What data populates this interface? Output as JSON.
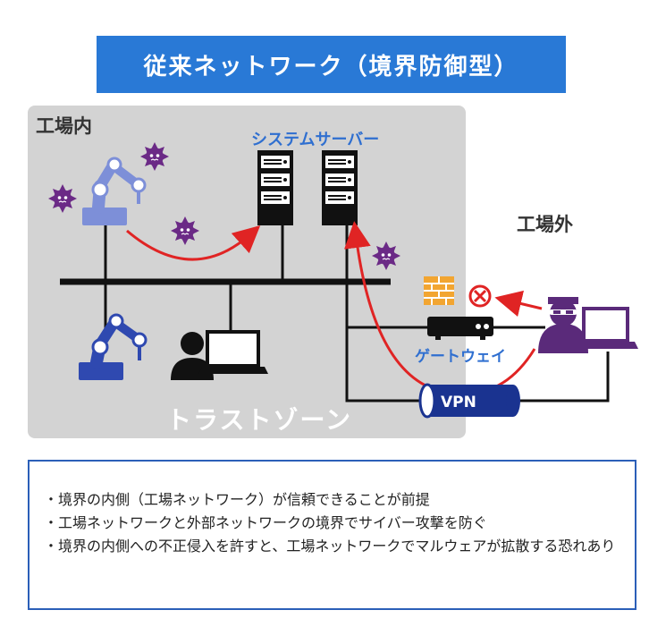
{
  "title": "従来ネットワーク（境界防御型）",
  "labels": {
    "inside_factory": "工場内",
    "outside_factory": "工場外",
    "system_server": "システムサーバー",
    "trust_zone": "トラストゾーン",
    "gateway": "ゲートウェイ",
    "vpn": "VPN"
  },
  "notes": [
    "境界の内側（工場ネットワーク）が信頼できることが前提",
    "工場ネットワークと外部ネットワークの境界でサイバー攻撃を防ぐ",
    "境界の内側への不正侵入を許すと、工場ネットワークでマルウェアが拡散する恐れあり"
  ],
  "colors": {
    "title_bg": "#2979d6",
    "zone_bg": "#d3d3d3",
    "accent_blue": "#2f6fd0",
    "robot_blue": "#2f49b0",
    "robot_light": "#7d8fd8",
    "virus_purple": "#6b2a86",
    "arrow_red": "#e02424",
    "hacker_purple": "#5a2a7a",
    "firewall_orange": "#f2a531",
    "vpn_navy": "#1a3390"
  }
}
